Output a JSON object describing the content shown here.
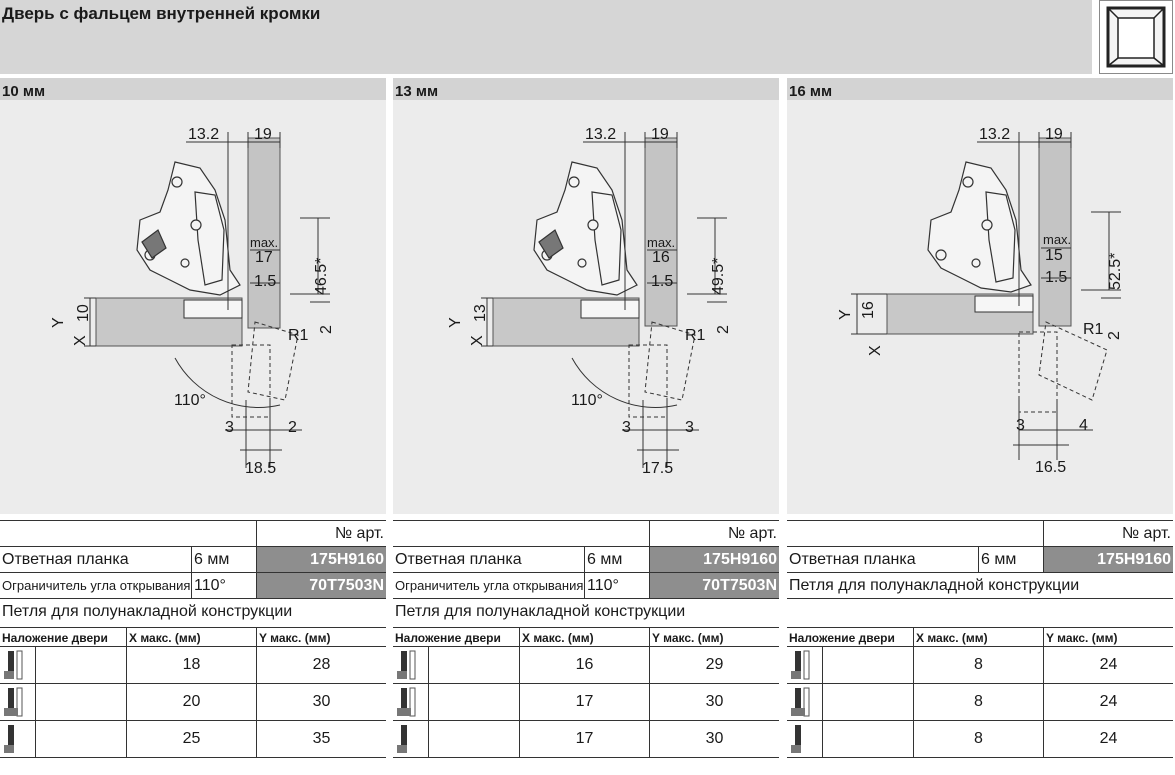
{
  "header": {
    "title": "Дверь с фальцем внутренней кромки"
  },
  "icons": {
    "cabinet": "cabinet-outline-icon",
    "overlay": "door-overlay-icon"
  },
  "columns": [
    {
      "title": "10 мм",
      "dims": {
        "d1": "13.2",
        "d2": "19",
        "max": "max.",
        "maxv": "17",
        "d15": "1.5",
        "deg": "46.5*",
        "r1": "R1",
        "two": "2",
        "angle": "110°",
        "bl": "3",
        "br": "2",
        "bottom": "18.5",
        "ylab": "Y",
        "xlab": "X",
        "xval": "10"
      },
      "spec": {
        "art_header": "№ арт.",
        "row1_name": "Ответная планка",
        "row1_size": "6 мм",
        "row1_art": "175H9160",
        "row2_name": "Ограничитель угла открывания",
        "row2_size": "110°",
        "row2_art": "70T7503N",
        "hinge": "Петля для полунакладной конструкции"
      },
      "overlay": {
        "h1": "Наложение двери",
        "h2": "X макс. (мм)",
        "h3": "Y макс. (мм)",
        "rows": [
          {
            "x": "18",
            "y": "28"
          },
          {
            "x": "20",
            "y": "30"
          },
          {
            "x": "25",
            "y": "35"
          }
        ]
      }
    },
    {
      "title": "13 мм",
      "dims": {
        "d1": "13.2",
        "d2": "19",
        "max": "max.",
        "maxv": "16",
        "d15": "1.5",
        "deg": "49.5*",
        "r1": "R1",
        "two": "2",
        "angle": "110°",
        "bl": "3",
        "br": "3",
        "bottom": "17.5",
        "ylab": "Y",
        "xlab": "X",
        "xval": "13"
      },
      "spec": {
        "art_header": "№ арт.",
        "row1_name": "Ответная планка",
        "row1_size": "6 мм",
        "row1_art": "175H9160",
        "row2_name": "Ограничитель угла открывания",
        "row2_size": "110°",
        "row2_art": "70T7503N",
        "hinge": "Петля для полунакладной конструкции"
      },
      "overlay": {
        "h1": "Наложение двери",
        "h2": "X макс. (мм)",
        "h3": "Y макс. (мм)",
        "rows": [
          {
            "x": "16",
            "y": "29"
          },
          {
            "x": "17",
            "y": "30"
          },
          {
            "x": "17",
            "y": "30"
          }
        ]
      }
    },
    {
      "title": "16 мм",
      "dims": {
        "d1": "13.2",
        "d2": "19",
        "max": "max.",
        "maxv": "15",
        "d15": "1.5",
        "deg": "52.5*",
        "r1": "R1",
        "two": "2",
        "angle": "",
        "bl": "3",
        "br": "4",
        "bottom": "16.5",
        "ylab": "Y",
        "xlab": "X",
        "xval": "16"
      },
      "spec": {
        "art_header": "№ арт.",
        "row1_name": "Ответная планка",
        "row1_size": "6 мм",
        "row1_art": "175H9160",
        "hinge": "Петля для полунакладной конструкции"
      },
      "overlay": {
        "h1": "Наложение двери",
        "h2": "X макс. (мм)",
        "h3": "Y макс. (мм)",
        "rows": [
          {
            "x": "8",
            "y": "24"
          },
          {
            "x": "8",
            "y": "24"
          },
          {
            "x": "8",
            "y": "24"
          }
        ]
      }
    }
  ]
}
